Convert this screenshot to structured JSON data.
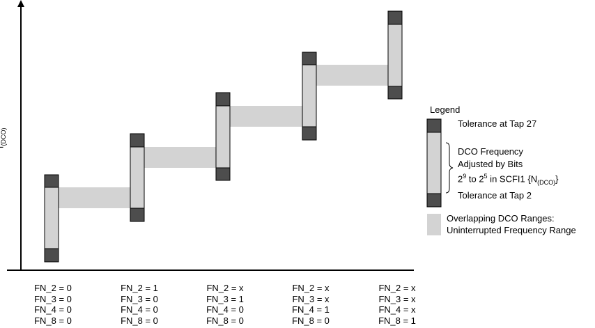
{
  "y_axis_label": {
    "main": "f",
    "sub": "(DCO)"
  },
  "steps": [
    {
      "settings": [
        "FN_2 = 0",
        "FN_3 = 0",
        "FN_4 = 0",
        "FN_8 = 0"
      ]
    },
    {
      "settings": [
        "FN_2 = 1",
        "FN_3 = 0",
        "FN_4 = 0",
        "FN_8 = 0"
      ]
    },
    {
      "settings": [
        "FN_2 = x",
        "FN_3 = 1",
        "FN_4 = 0",
        "FN_8 = 0"
      ]
    },
    {
      "settings": [
        "FN_2 = x",
        "FN_3 = x",
        "FN_4 = 1",
        "FN_8 = 0"
      ]
    },
    {
      "settings": [
        "FN_2 = x",
        "FN_3 = x",
        "FN_4 = x",
        "FN_8 = 1"
      ]
    }
  ],
  "legend": {
    "title": "Legend",
    "tap27": "Tolerance at Tap 27",
    "dco_line1": "DCO Frequency",
    "dco_line2": "Adjusted by Bits",
    "dco_pre1": "2",
    "dco_sup1": "9",
    "dco_mid": " to 2",
    "dco_sup2": "5",
    "dco_post": " in SCFI1 {N",
    "dco_sub": "(DCO)",
    "dco_close": "}",
    "tap2": "Tolerance at Tap 2",
    "overlap_line1": "Overlapping DCO Ranges:",
    "overlap_line2": "Uninterrupted Frequency Range"
  },
  "colors": {
    "dark": "#4d4d4d",
    "light": "#d3d3d3",
    "line": "#000000"
  }
}
